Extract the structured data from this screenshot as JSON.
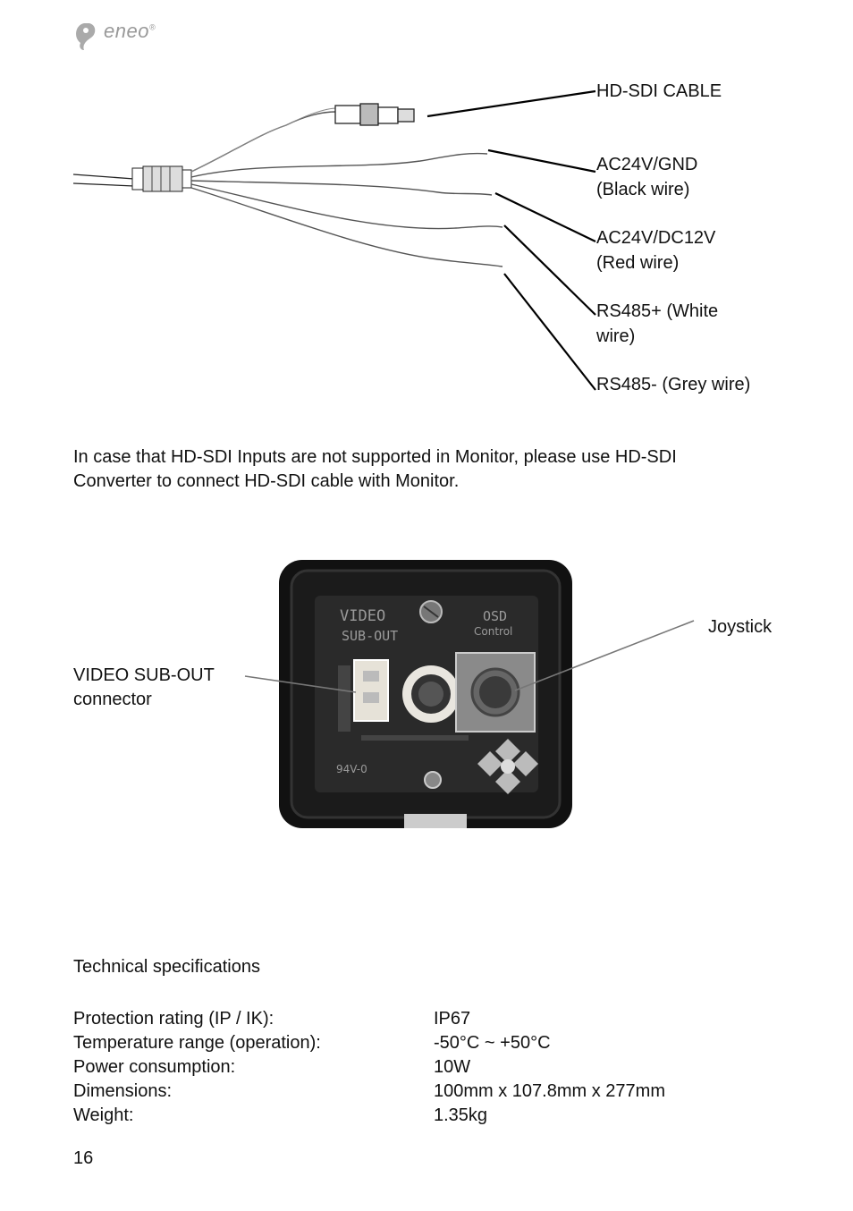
{
  "brand": {
    "name": "eneo",
    "mark": "®"
  },
  "wire_labels": [
    {
      "lines": [
        "HD-SDI CABLE"
      ]
    },
    {
      "lines": [
        "AC24V/GND",
        "(Black wire)"
      ]
    },
    {
      "lines": [
        "AC24V/DC12V",
        "(Red wire)"
      ]
    },
    {
      "lines": [
        "RS485+ (White",
        "wire)"
      ]
    },
    {
      "lines": [
        "RS485- (Grey wire)"
      ]
    }
  ],
  "note": {
    "line1": "In case that HD-SDI Inputs are not supported in Monitor, please use HD-SDI",
    "line2": "Converter to connect HD-SDI cable with Monitor."
  },
  "board": {
    "label_video_line1": "VIDEO SUB-OUT",
    "label_video_line2": "connector",
    "label_joystick": "Joystick",
    "silk_video": "VIDEO",
    "silk_subout": "SUB-OUT",
    "silk_osd": "OSD",
    "silk_control": "Control",
    "silk_bottom": "94V-0"
  },
  "specs": {
    "title": "Technical specifications",
    "rows": [
      {
        "key": "Protection rating (IP / IK):",
        "value": "IP67"
      },
      {
        "key": "Temperature range (operation):",
        "value": "-50°C ~ +50°C"
      },
      {
        "key": "Power consumption:",
        "value": "10W"
      },
      {
        "key": "Dimensions:",
        "value": "100mm x 107.8mm x 277mm"
      },
      {
        "key": "Weight:",
        "value": "1.35kg"
      }
    ]
  },
  "page_number": "16"
}
